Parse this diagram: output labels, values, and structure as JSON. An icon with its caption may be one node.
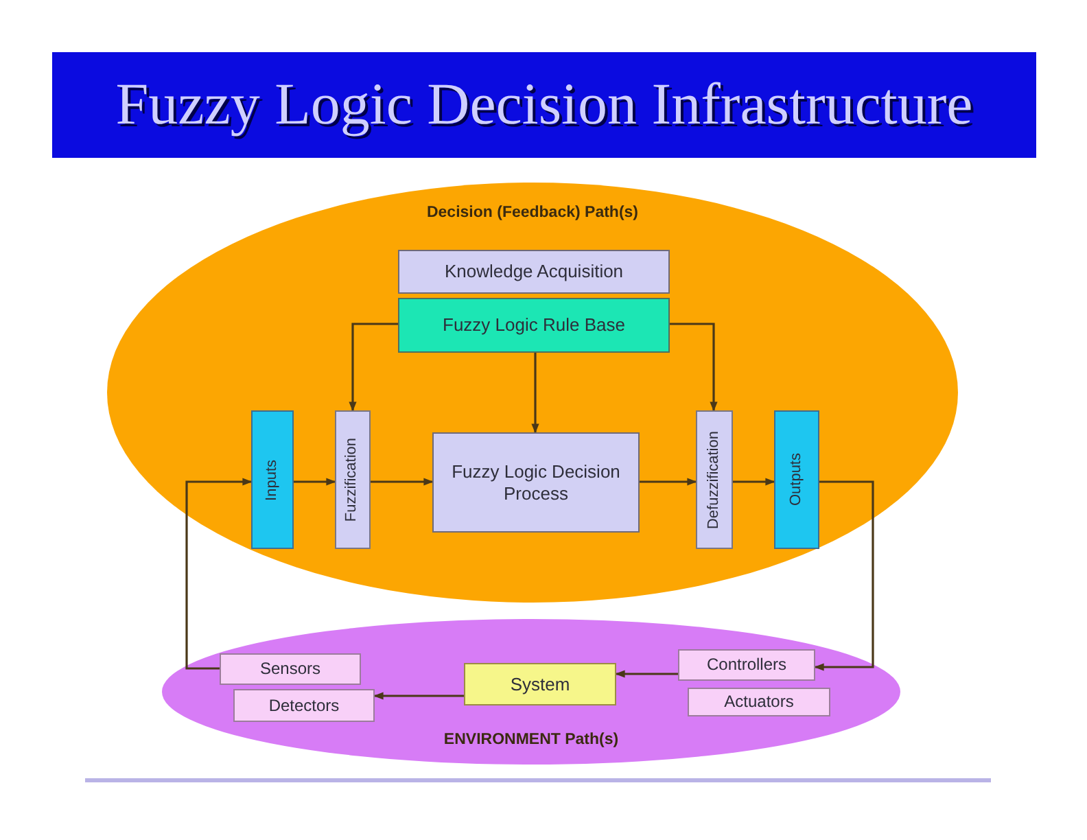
{
  "diagram": {
    "title": "Fuzzy Logic Decision Infrastructure",
    "nodes": [
      {
        "text": [
          "Decision (Feedback) Path(s)"
        ]
      },
      {
        "text": [
          "Knowledge Acquisition"
        ],
        "in": 0
      },
      {
        "text": [
          "Fuzzy Logic Rule Base"
        ],
        "in": 0
      },
      {
        "text": [
          "Inputs"
        ],
        "in": 0
      },
      {
        "text": [
          "Fuzzification"
        ],
        "in": 0
      },
      {
        "text": [
          "Fuzzy Logic Decision Process"
        ],
        "in": 0
      },
      {
        "text": [
          "Defuzzification"
        ],
        "in": 0
      },
      {
        "text": [
          "Outputs"
        ],
        "in": 0
      },
      {
        "text": [
          "ENVIRONMENT Path(s)"
        ]
      },
      {
        "text": [
          "Sensors"
        ],
        "in": 8
      },
      {
        "text": [
          "Detectors"
        ],
        "in": 8
      },
      {
        "text": [
          "System"
        ],
        "in": 8
      },
      {
        "text": [
          "Controllers"
        ],
        "in": 8
      },
      {
        "text": [
          "Actuators"
        ],
        "in": 8
      }
    ],
    "edges": [
      {
        "from": 2,
        "to": 4,
        "arrow": "to"
      },
      {
        "from": 2,
        "to": 5,
        "arrow": "to"
      },
      {
        "from": 2,
        "to": 6,
        "arrow": "to"
      },
      {
        "from": 3,
        "to": 4,
        "arrow": "to"
      },
      {
        "from": 4,
        "to": 5,
        "arrow": "to"
      },
      {
        "from": 5,
        "to": 6,
        "arrow": "to"
      },
      {
        "from": 6,
        "to": 7,
        "arrow": "to"
      },
      {
        "from": 7,
        "to": 12,
        "arrow": "to"
      },
      {
        "from": 12,
        "to": 11,
        "arrow": "to"
      },
      {
        "from": 11,
        "to": 10,
        "arrow": "to"
      },
      {
        "from": 9,
        "to": 3,
        "arrow": "to"
      }
    ]
  }
}
